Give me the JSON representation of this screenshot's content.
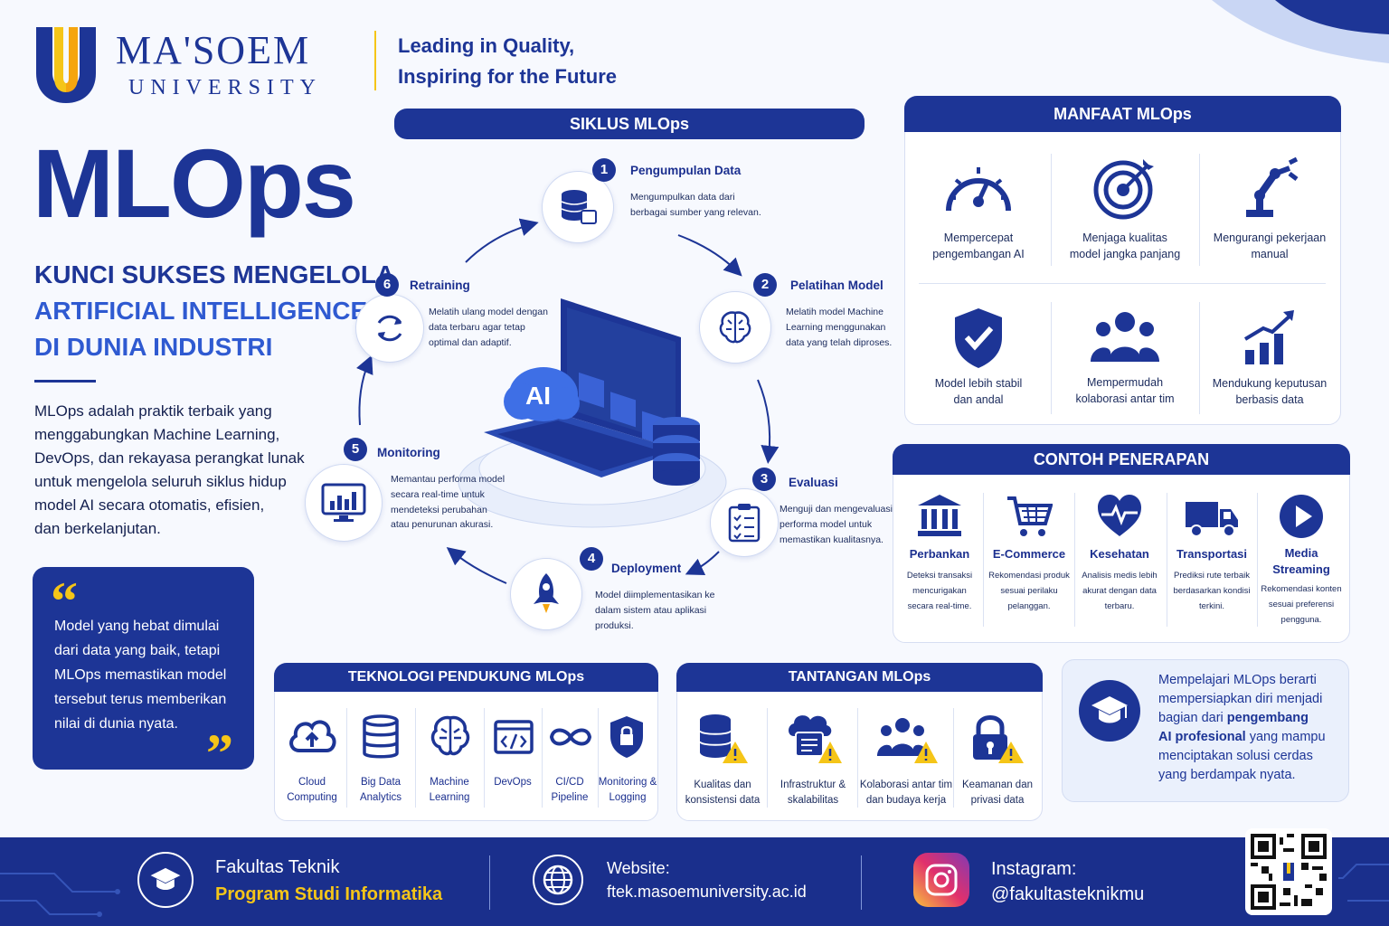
{
  "brand": {
    "name": "MA'SOEM",
    "sub": "UNIVERSITY",
    "tagline1": "Leading in Quality,",
    "tagline2": "Inspiring for the Future"
  },
  "hero": {
    "title": "MLOps",
    "subtitle1": "KUNCI SUKSES MENGELOLA",
    "subtitle2": "ARTIFICIAL INTELLIGENCE",
    "subtitle3": "DI DUNIA INDUSTRI",
    "intro_lines": [
      "MLOps adalah praktik terbaik yang",
      "menggabungkan Machine Learning,",
      "DevOps, dan rekayasa perangkat lunak",
      "untuk mengelola seluruh siklus hidup",
      "model AI secara otomatis, efisien,",
      "dan berkelanjutan."
    ]
  },
  "quote": {
    "lines": [
      "Model yang hebat dimulai",
      "dari data yang baik, tetapi",
      "MLOps memastikan model",
      "tersebut terus memberikan",
      "nilai di dunia nyata."
    ]
  },
  "cycle": {
    "title": "SIKLUS MLOps",
    "center_label": "AI",
    "steps": [
      {
        "num": "1",
        "title": "Pengumpulan Data",
        "desc1": "Mengumpulkan data dari",
        "desc2": "berbagai sumber yang relevan.",
        "desc3": ""
      },
      {
        "num": "2",
        "title": "Pelatihan Model",
        "desc1": "Melatih model Machine",
        "desc2": "Learning menggunakan",
        "desc3": "data yang telah diproses."
      },
      {
        "num": "3",
        "title": "Evaluasi",
        "desc1": "Menguji dan mengevaluasi",
        "desc2": "performa model untuk",
        "desc3": "memastikan kualitasnya."
      },
      {
        "num": "4",
        "title": "Deployment",
        "desc1": "Model diimplementasikan ke",
        "desc2": "dalam sistem atau aplikasi",
        "desc3": "produksi."
      },
      {
        "num": "5",
        "title": "Monitoring",
        "desc1": "Memantau performa model",
        "desc2": "secara real-time untuk",
        "desc3": "mendeteksi perubahan",
        "desc4": "atau penurunan akurasi."
      },
      {
        "num": "6",
        "title": "Retraining",
        "desc1": "Melatih ulang model dengan",
        "desc2": "data terbaru agar tetap",
        "desc3": "optimal dan adaptif."
      }
    ]
  },
  "benefits": {
    "title": "MANFAAT MLOps",
    "items": [
      {
        "l1": "Mempercepat",
        "l2": "pengembangan AI",
        "icon": "speedometer-icon"
      },
      {
        "l1": "Menjaga kualitas",
        "l2": "model jangka panjang",
        "icon": "target-icon"
      },
      {
        "l1": "Mengurangi pekerjaan",
        "l2": "manual",
        "icon": "robot-arm-icon"
      },
      {
        "l1": "Model lebih stabil",
        "l2": "dan andal",
        "icon": "shield-check-icon"
      },
      {
        "l1": "Mempermudah",
        "l2": "kolaborasi antar tim",
        "icon": "team-icon"
      },
      {
        "l1": "Mendukung keputusan",
        "l2": "berbasis data",
        "icon": "growth-chart-icon"
      }
    ]
  },
  "applications": {
    "title": "CONTOH PENERAPAN",
    "items": [
      {
        "title": "Perbankan",
        "d1": "Deteksi transaksi",
        "d2": "mencurigakan",
        "d3": "secara real-time.",
        "icon": "bank-icon"
      },
      {
        "title": "E-Commerce",
        "d1": "Rekomendasi produk",
        "d2": "sesuai perilaku",
        "d3": "pelanggan.",
        "icon": "cart-icon"
      },
      {
        "title": "Kesehatan",
        "d1": "Analisis medis lebih",
        "d2": "akurat dengan data",
        "d3": "terbaru.",
        "icon": "heart-icon"
      },
      {
        "title": "Transportasi",
        "d1": "Prediksi rute terbaik",
        "d2": "berdasarkan kondisi",
        "d3": "terkini.",
        "icon": "truck-icon"
      },
      {
        "title": "Media",
        "title2": "Streaming",
        "d1": "Rekomendasi konten",
        "d2": "sesuai preferensi",
        "d3": "pengguna.",
        "icon": "play-icon"
      }
    ]
  },
  "tech": {
    "title": "TEKNOLOGI PENDUKUNG MLOps",
    "items": [
      {
        "l1": "Cloud",
        "l2": "Computing",
        "icon": "cloud-icon"
      },
      {
        "l1": "Big Data",
        "l2": "Analytics",
        "icon": "database-icon"
      },
      {
        "l1": "Machine",
        "l2": "Learning",
        "icon": "brain-icon"
      },
      {
        "l1": "DevOps",
        "l2": "",
        "icon": "code-window-icon"
      },
      {
        "l1": "CI/CD",
        "l2": "Pipeline",
        "icon": "infinity-icon"
      },
      {
        "l1": "Monitoring &",
        "l2": "Logging",
        "icon": "shield-lock-icon"
      }
    ]
  },
  "challenges": {
    "title": "TANTANGAN MLOps",
    "items": [
      {
        "l1": "Kualitas dan",
        "l2": "konsistensi data",
        "icon": "database-warning-icon"
      },
      {
        "l1": "Infrastruktur &",
        "l2": "skalabilitas",
        "icon": "cloud-server-warning-icon"
      },
      {
        "l1": "Kolaborasi antar tim",
        "l2": "dan budaya kerja",
        "icon": "team-warning-icon"
      },
      {
        "l1": "Keamanan dan",
        "l2": "privasi data",
        "icon": "lock-warning-icon"
      }
    ]
  },
  "closing": {
    "l1": "Mempelajari MLOps berarti",
    "l2": "mempersiapkan diri menjadi",
    "l3a": "bagian dari ",
    "l3b": "pengembang",
    "l4a": "AI profesional",
    "l4b": " yang mampu",
    "l5": "menciptakan solusi cerdas",
    "l6": "yang berdampak nyata."
  },
  "footer": {
    "faculty": "Fakultas Teknik",
    "program": "Program Studi Informatika",
    "website_label": "Website:",
    "website": "ftek.masoemuniversity.ac.id",
    "instagram_label": "Instagram:",
    "instagram": "@fakultasteknikmu"
  },
  "colors": {
    "navy": "#1d3596",
    "yellow": "#f5c518",
    "footer": "#1a2f8c"
  }
}
